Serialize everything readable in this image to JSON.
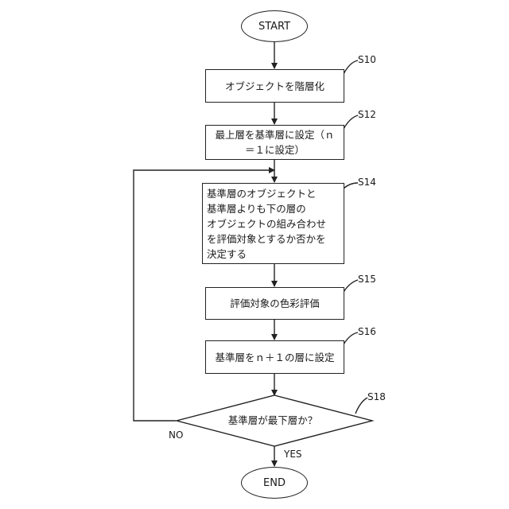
{
  "flowchart": {
    "start": "START",
    "end": "END",
    "s10": {
      "step": "S10",
      "text": "オブジェクトを階層化"
    },
    "s12": {
      "step": "S12",
      "text": "最上層を基準層に設定（ｎ\n＝１に設定）"
    },
    "s14": {
      "step": "S14",
      "text": "基準層のオブジェクトと\n基準層よりも下の層の\nオブジェクトの組み合わせ\nを評価対象とするか否かを\n決定する"
    },
    "s15": {
      "step": "S15",
      "text": "評価対象の色彩評価"
    },
    "s16": {
      "step": "S16",
      "text": "基準層をｎ＋１の層に設定"
    },
    "s18": {
      "step": "S18",
      "text": "基準層が最下層か？"
    },
    "branch_no": "NO",
    "branch_yes": "YES"
  }
}
